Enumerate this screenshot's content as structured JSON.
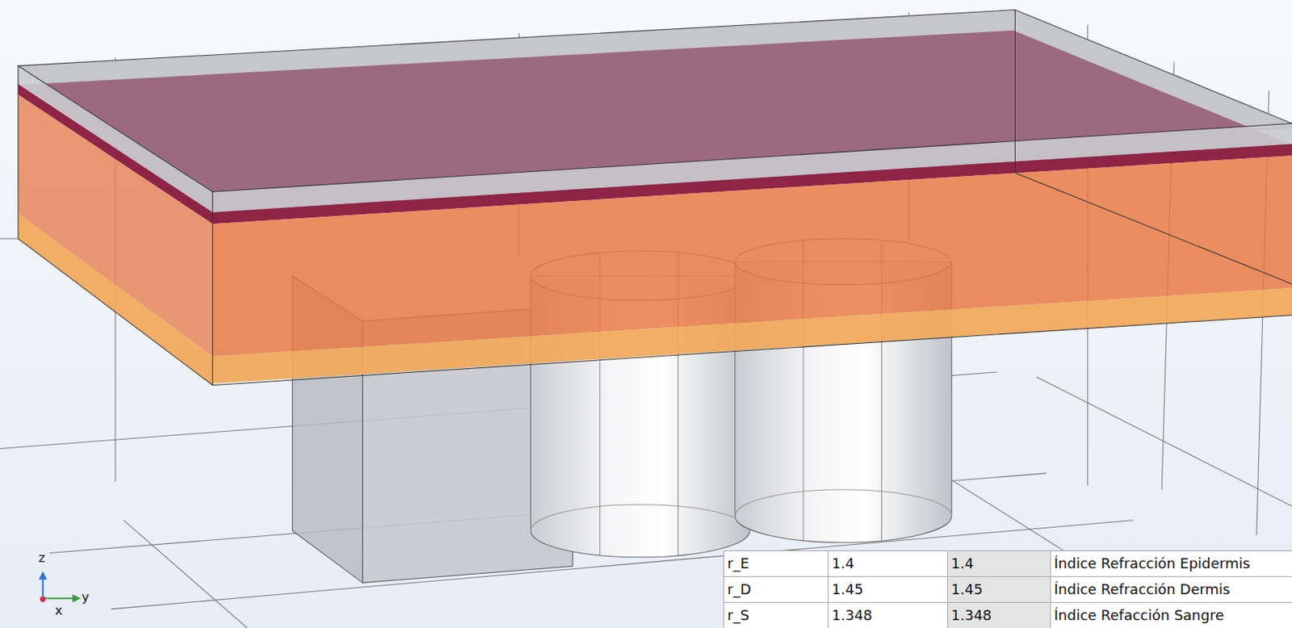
{
  "diagram": {
    "labels": [
      "r_E",
      "1.4",
      "1.4",
      "Índice Refracción Epidermis",
      "r_D",
      "1.45",
      "1.45",
      "Índice Refracción Dermis",
      "r_S",
      "1.348",
      "1.348",
      "Índice Refacción Sangre",
      "z",
      "y",
      "x"
    ]
  }
}
